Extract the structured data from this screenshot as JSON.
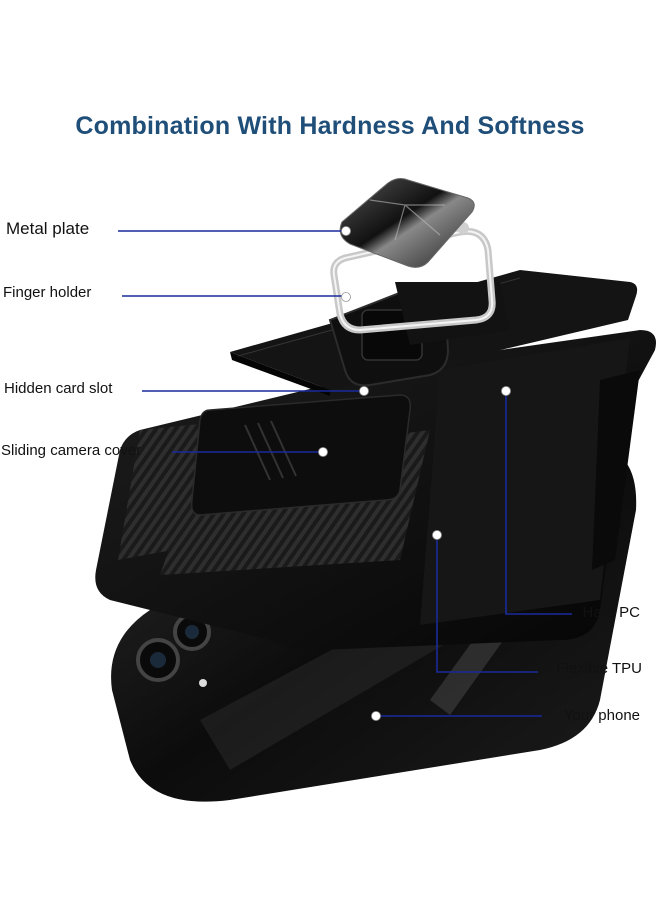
{
  "title": "Combination With Hardness And Softness",
  "labels": {
    "metal_plate": "Metal plate",
    "finger_holder": "Finger holder",
    "hidden_card_slot": "Hidden card slot",
    "sliding_camera_cover": "Sliding camera cover",
    "hard_pc": "Hard PC",
    "flexible_tpu": "Flexible TPU",
    "your_phone": "Your phone"
  },
  "colors": {
    "title": "#1f4e79",
    "leader_line": "#1a2a9c",
    "case_black": "#111111"
  }
}
